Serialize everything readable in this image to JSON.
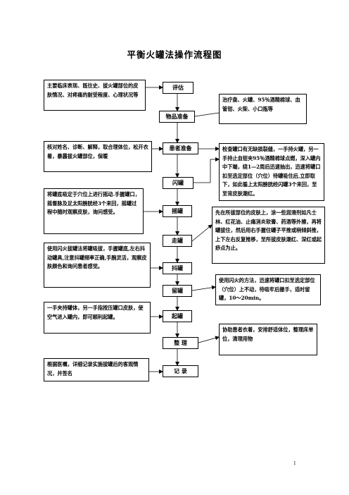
{
  "title": "平衡火罐法操作流程图",
  "steps": [
    {
      "id": "assess",
      "label": "评估"
    },
    {
      "id": "supplies",
      "label": "物品准备"
    },
    {
      "id": "patient",
      "label": "患者准备"
    },
    {
      "id": "flash",
      "label": "闪罐"
    },
    {
      "id": "shake",
      "label": "摇罐"
    },
    {
      "id": "walk",
      "label": "走罐"
    },
    {
      "id": "flick",
      "label": "抖罐"
    },
    {
      "id": "retain",
      "label": "留罐"
    },
    {
      "id": "remove",
      "label": "起罐"
    },
    {
      "id": "tidy",
      "label": "整 理"
    },
    {
      "id": "record",
      "label": "记 录"
    }
  ],
  "notes": {
    "assess_left": "主要临床表现、既往史、拔火罐部位的皮肤情况、对疼痛的耐受程度、心理状况等",
    "supplies_right": "治疗盘、火罐、95％酒精棉球、血管钳、火柴、小口瓶等",
    "patient_left": "核对姓名、诊断、解释，取合理体位，松开衣着，暴露拔火罐部位，保暖",
    "flash_right": "检查罐口有无缺损裂缝，一手持火罐，另一手持止血钳夹95％酒精棉球点燃，深入罐内中下端，绕1—2周后迅速抽出，迅速将罐口扣至选定部位（穴位）待罐吸住后,立即取下，如此循上太阳膀胱经闪罐3个来回，至至背皮肤潮红。",
    "shake_left": "将罐底吸定于穴位上进行摇动.手握罐口，摇督脉及足太阳膀胱经3个来回，摇罐过程中随时观察皮肤，询问感受。",
    "walk_right": "先在所拔部位的皮肤上，涂一些润滑剂如凡士林、红花油、止痛消炎软膏、药酒等外擦，再将罐拔住，然后用右手握住罐子平推或稍倾斜推，上下左右反复推移，至所拔皮肤潮红、深红或起痧点为止。",
    "flick_left": "使用闪火拔罐法将罐吸拔，手握罐底,左右抖动罐具,注意抖罐频率正确,手腕灵活，观察皮肤颜色和询问患者感觉。",
    "retain_right": "使用闪火的方法，迅速将罐口扣至选定部位（穴位）上不动，待吸牢后撤手，适时留罐，10～20min。",
    "remove_left": "一手夹持罐体，另一手指按压罐口皮肤，使空气进入罐内，即可顺利起罐。",
    "tidy_right": "协助患者衣着，安排舒适体位，整理床单位，清理用物",
    "record_left": "根据医嘱，详细记录实施拔罐后的客观情况，并签名"
  },
  "page_number": "1"
}
